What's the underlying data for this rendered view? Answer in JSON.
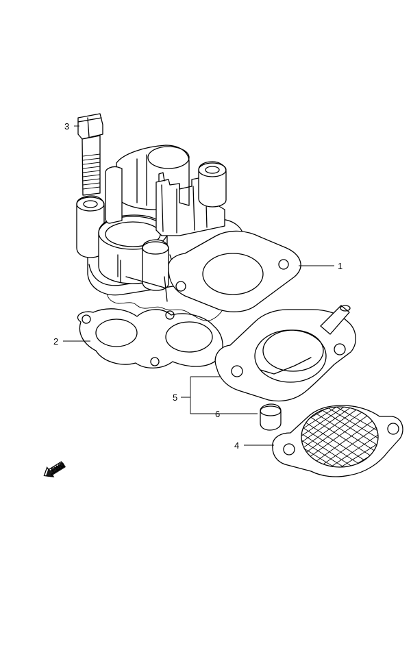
{
  "callouts": [
    {
      "id": "1",
      "label": "1"
    },
    {
      "id": "2",
      "label": "2"
    },
    {
      "id": "3",
      "label": "3"
    },
    {
      "id": "4",
      "label": "4"
    },
    {
      "id": "5",
      "label": "5"
    },
    {
      "id": "6",
      "label": "6"
    }
  ],
  "fwd_marker": {
    "label": "FWD"
  }
}
